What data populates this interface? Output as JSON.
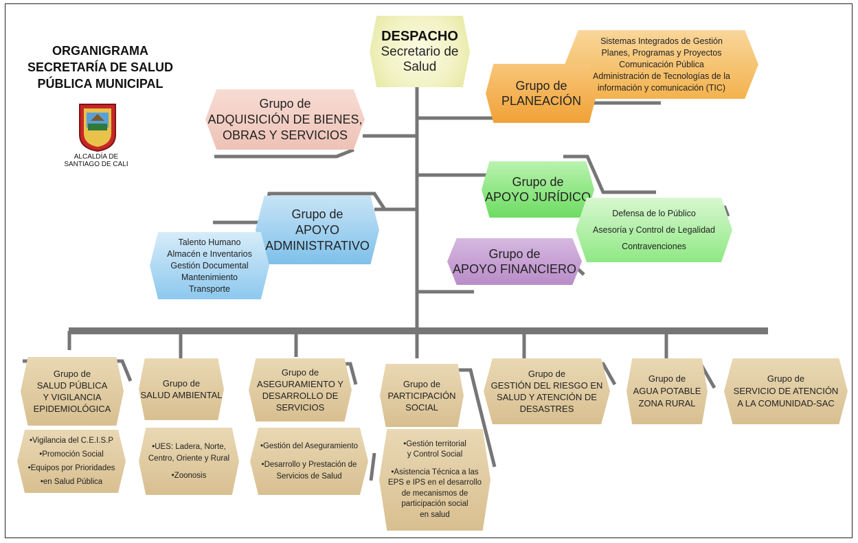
{
  "header": {
    "title_lines": [
      "ORGANIGRAMA",
      "SECRETARÍA DE SALUD",
      "PÚBLICA MUNICIPAL"
    ],
    "logo_lines": [
      "ALCALDÍA DE",
      "SANTIAGO DE CALI"
    ],
    "logo_text": "Santiago de Cali"
  },
  "despacho": {
    "title": "DESPACHO",
    "sub": [
      "Secretario de",
      "Salud"
    ]
  },
  "planeacion": {
    "label": [
      "Grupo de",
      "PLANEACIÓN"
    ],
    "items": [
      "Sistemas Integrados de Gestión",
      "Planes, Programas y Proyectos",
      "Comunicación Pública",
      "Administración de Tecnologías de la",
      "información y comunicación (TIC)"
    ]
  },
  "adquisicion": {
    "label": [
      "Grupo de",
      "ADQUISICIÓN DE BIENES,",
      "OBRAS Y SERVICIOS"
    ]
  },
  "juridico": {
    "label": [
      "Grupo de",
      "APOYO JURÍDICO"
    ],
    "items": [
      "Defensa de lo Público",
      "Asesoría y Control de Legalidad",
      "Contravenciones"
    ]
  },
  "administrativo": {
    "label": [
      "Grupo de",
      "APOYO",
      "ADMINISTRATIVO"
    ],
    "items": [
      "Talento Humano",
      "Almacén e Inventarios",
      "Gestión Documental",
      "Mantenimiento",
      "Transporte"
    ]
  },
  "financiero": {
    "label": [
      "Grupo de",
      "APOYO FINANCIERO"
    ]
  },
  "bottom_groups": [
    {
      "label": [
        "Grupo de",
        "SALUD PÚBLICA",
        "Y VIGILANCIA",
        "EPIDEMIOLÓGICA"
      ],
      "items": [
        "•Vigilancia del C.E.I.S.P",
        "•Promoción Social",
        "•Equipos por Prioridades",
        "•en Salud Pública"
      ]
    },
    {
      "label": [
        "Grupo de",
        "SALUD AMBIENTAL"
      ],
      "items": [
        "•UES: Ladera, Norte,",
        "Centro, Oriente y Rural",
        "•Zoonosis"
      ]
    },
    {
      "label": [
        "Grupo de",
        "ASEGURAMIENTO Y",
        "DESARROLLO DE",
        "SERVICIOS"
      ],
      "items": [
        "•Gestión del Aseguramiento",
        "•Desarrollo y Prestación de",
        "Servicios de Salud"
      ]
    },
    {
      "label": [
        "Grupo de",
        "PARTICIPACIÓN",
        "SOCIAL"
      ],
      "items": [
        "•Gestión territorial",
        "y Control Social",
        "•Asistencia Técnica a las",
        "EPS e IPS en el desarrollo",
        "de mecanismos de",
        "participación social",
        "en salud"
      ]
    },
    {
      "label": [
        "Grupo de",
        "GESTIÓN DEL RIESGO EN",
        "SALUD Y ATENCIÓN DE",
        "DESASTRES"
      ]
    },
    {
      "label": [
        "Grupo de",
        "AGUA POTABLE",
        "ZONA RURAL"
      ]
    },
    {
      "label": [
        "Grupo de",
        "SERVICIO DE ATENCIÓN",
        "A LA COMUNIDAD-SAC"
      ]
    }
  ],
  "colors": {
    "connector": "#767676",
    "connector_dark": "#5e5e5e",
    "tan": "#dcc698",
    "orange": "#f0a236",
    "green": "#7ee374",
    "blue": "#8cc6ec",
    "pink": "#f1c9bf",
    "purple": "#bf94cd",
    "despacho": "#eff1bf"
  }
}
